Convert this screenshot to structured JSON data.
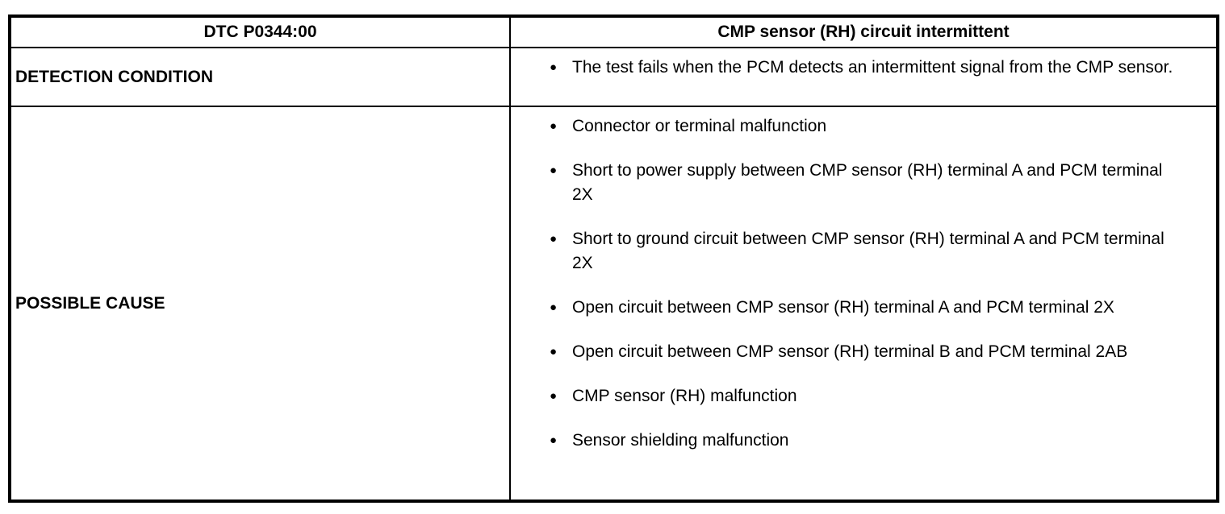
{
  "table": {
    "bullet_glyph": "●",
    "colors": {
      "border": "#000000",
      "text": "#000000",
      "background": "#ffffff"
    },
    "header": {
      "dtc_code": "DTC P0344:00",
      "description": "CMP sensor (RH) circuit intermittent"
    },
    "rows": [
      {
        "label": "DETECTION CONDITION",
        "bullets": [
          "The test fails when the PCM detects an intermittent signal from the CMP sensor."
        ]
      },
      {
        "label": "POSSIBLE CAUSE",
        "bullets": [
          "Connector or terminal malfunction",
          "Short to power supply between CMP sensor (RH) terminal A and PCM terminal 2X",
          "Short to ground circuit between CMP sensor (RH) terminal A and PCM terminal 2X",
          "Open circuit between CMP sensor (RH) terminal A and PCM terminal 2X",
          "Open circuit between CMP sensor (RH) terminal B and PCM terminal 2AB",
          "CMP sensor (RH) malfunction",
          "Sensor shielding malfunction"
        ]
      }
    ]
  }
}
